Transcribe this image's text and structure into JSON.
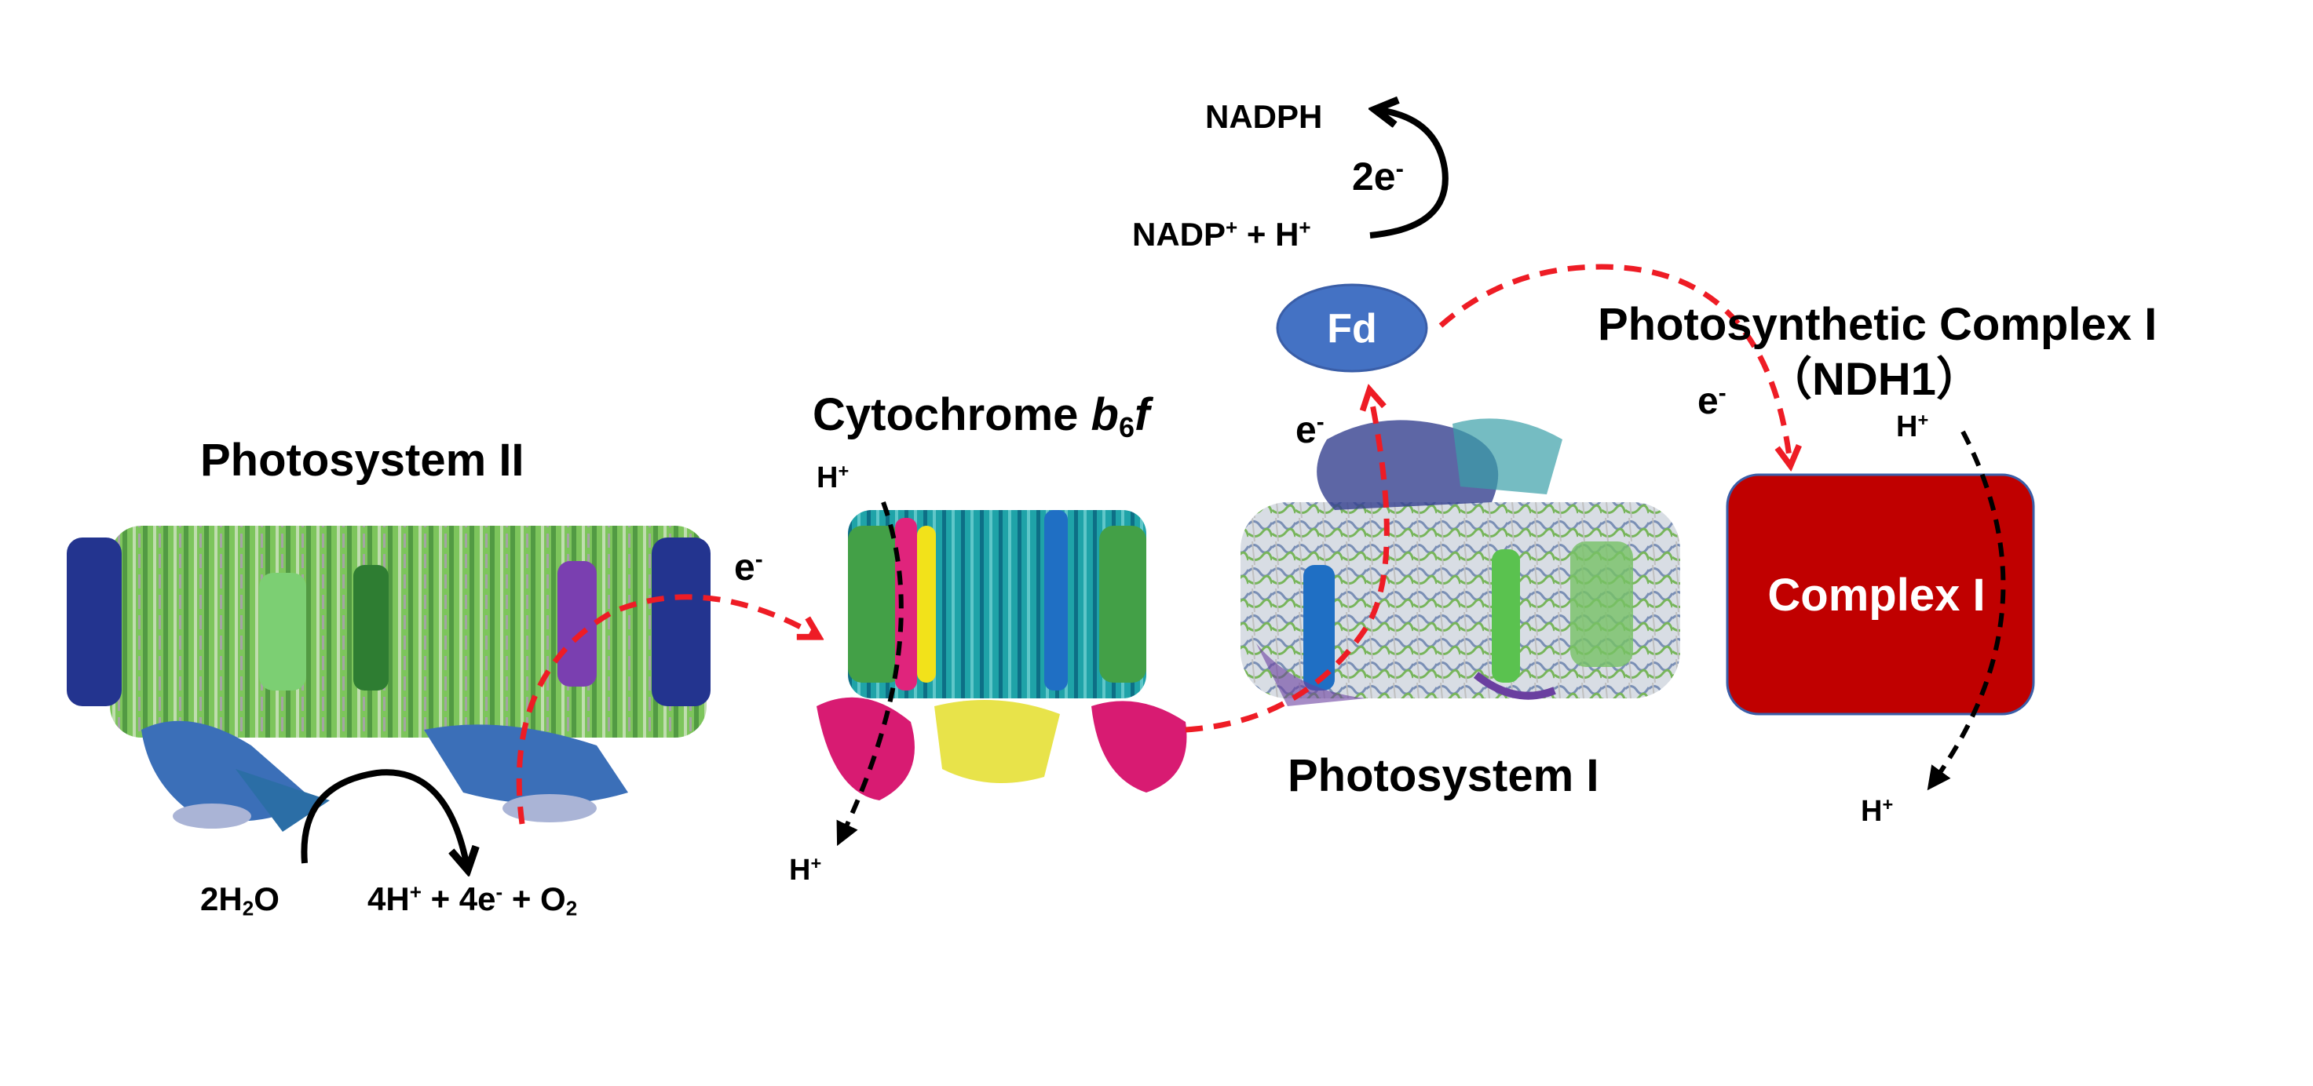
{
  "labels": {
    "ps2": "Photosystem II",
    "cytb6f_prefix": "Cytochrome ",
    "cytb6f_b": "b",
    "cytb6f_sub": "6",
    "cytb6f_f": "f",
    "ps1": "Photosystem I",
    "ndh_title": "Photosynthetic Complex I",
    "ndh_sub": "（NDH1）",
    "fd": "Fd",
    "complex1": "Complex I"
  },
  "chemistry": {
    "nadph": "NADPH",
    "two_e": "2e",
    "nadp_plus_h": "NADP+ + H+",
    "water_left": "2H2O",
    "water_right": "4H+ + 4e- + O2",
    "electron": "e-",
    "proton": "H+"
  },
  "colors": {
    "electron_flow": "#ee1c25",
    "proton_flow": "#000000",
    "fd_fill": "#4472c4",
    "complex1_fill": "#c00000",
    "complex1_border": "#3a5ea8"
  }
}
